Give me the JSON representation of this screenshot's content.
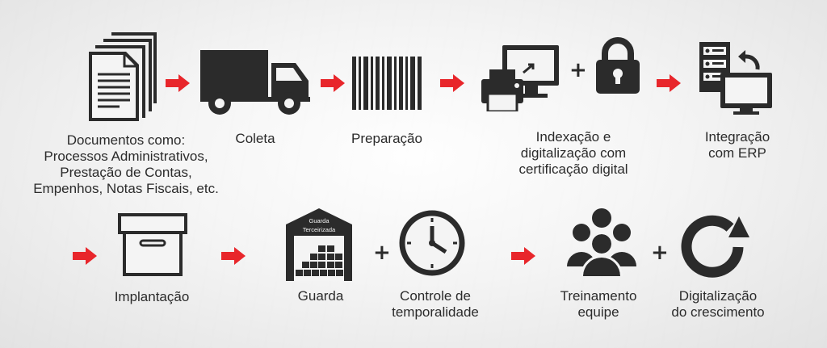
{
  "colors": {
    "icon": "#2b2b2b",
    "arrow": "#e8262b",
    "text": "#2b2b2b"
  },
  "steps": {
    "documentos": {
      "label": "Documentos como:\nProcessos Administrativos,\nPrestação de Contas,\nEmpenhos, Notas Fiscais, etc."
    },
    "coleta": {
      "label": "Coleta"
    },
    "preparacao": {
      "label": "Preparação"
    },
    "indexacao": {
      "label": "Indexação e\ndigitalização com\ncertificação digital"
    },
    "integracao": {
      "label": "Integração\ncom ERP"
    },
    "implantacao": {
      "label": "Implantação"
    },
    "guarda": {
      "label": "Guarda",
      "building_text_1": "Guarda",
      "building_text_2": "Terceirizada"
    },
    "controle": {
      "label": "Controle de\ntemporalidade"
    },
    "treinamento": {
      "label": "Treinamento\nequipe"
    },
    "digitalizacao": {
      "label": "Digitalização\ndo crescimento"
    }
  },
  "plus_sign": "+",
  "icons": {
    "documentos": "documents-icon",
    "coleta": "truck-icon",
    "preparacao": "barcode-icon",
    "indexacao": "computer-printer-icon",
    "lock": "padlock-icon",
    "integracao": "server-monitor-icon",
    "implantacao": "archive-box-icon",
    "guarda": "warehouse-icon",
    "controle": "clock-icon",
    "treinamento": "team-icon",
    "digitalizacao": "cycle-arrow-icon"
  }
}
